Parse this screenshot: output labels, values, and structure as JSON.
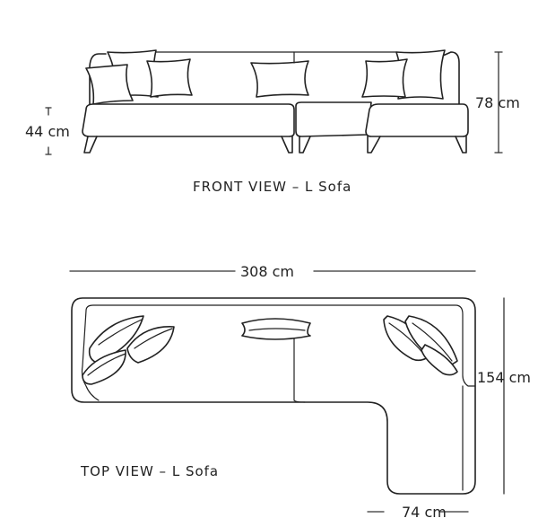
{
  "front_view": {
    "caption": "FRONT VIEW – L Sofa",
    "height_total": "78 cm",
    "seat_height": "44 cm"
  },
  "top_view": {
    "caption": "TOP VIEW – L Sofa",
    "width_total": "308 cm",
    "depth_total": "154 cm",
    "chaise_width": "74 cm"
  }
}
